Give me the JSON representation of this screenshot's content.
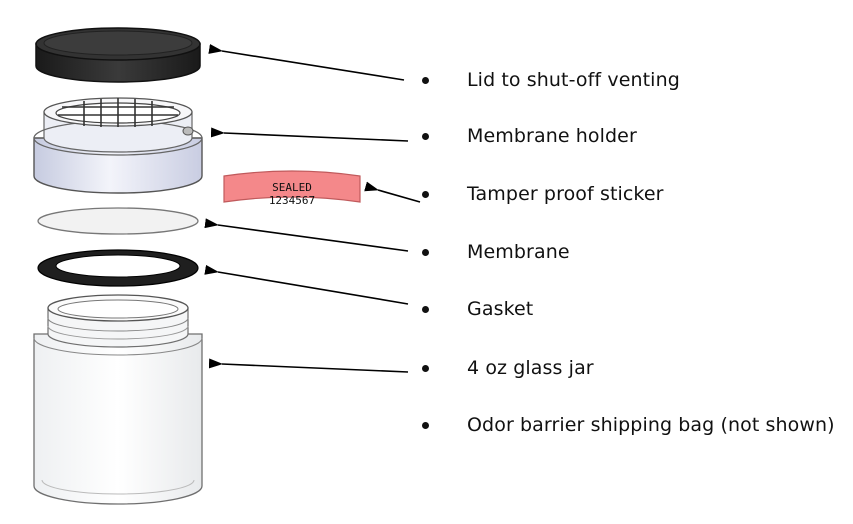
{
  "legend": {
    "items": [
      {
        "label": "Lid to shut-off venting"
      },
      {
        "label": "Membrane holder"
      },
      {
        "label": "Tamper proof sticker"
      },
      {
        "label": "Membrane"
      },
      {
        "label": "Gasket"
      },
      {
        "label": "4 oz glass jar"
      },
      {
        "label": "Odor barrier shipping bag (not shown)"
      }
    ]
  },
  "sticker": {
    "line1": "SEALED",
    "line2": "1234567"
  },
  "colors": {
    "lid": "#2b2b2b",
    "holder": "#dfe2ef",
    "sticker": "#f4888a",
    "gasket": "#1f1f1f",
    "jar_outline": "#6f6f6f"
  }
}
